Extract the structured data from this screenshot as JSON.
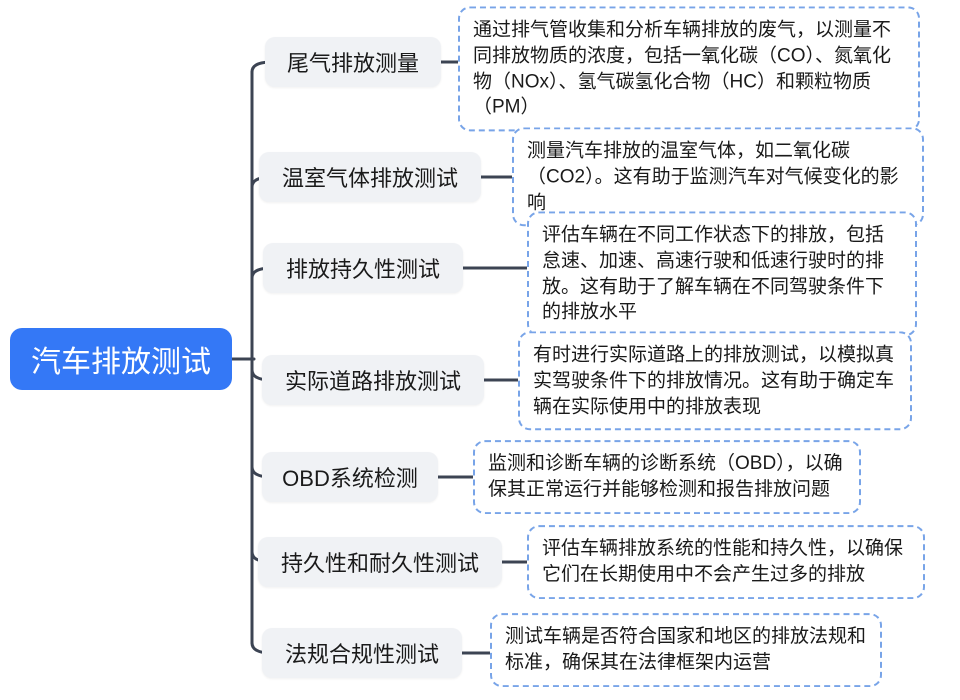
{
  "root": {
    "label": "汽车排放测试"
  },
  "branches": [
    {
      "label": "尾气排放测量",
      "description": "通过排气管收集和分析车辆排放的废气，以测量不同排放物质的浓度，包括一氧化碳（CO）、氮氧化物（NOx）、氢气碳氢化合物（HC）和颗粒物质（PM）"
    },
    {
      "label": "温室气体排放测试",
      "description": "测量汽车排放的温室气体，如二氧化碳（CO2）。这有助于监测汽车对气候变化的影响"
    },
    {
      "label": "排放持久性测试",
      "description": "评估车辆在不同工作状态下的排放，包括怠速、加速、高速行驶和低速行驶时的排放。这有助于了解车辆在不同驾驶条件下的排放水平"
    },
    {
      "label": "实际道路排放测试",
      "description": "有时进行实际道路上的排放测试，以模拟真实驾驶条件下的排放情况。这有助于确定车辆在实际使用中的排放表现"
    },
    {
      "label": "OBD系统检测",
      "description": "监测和诊断车辆的诊断系统（OBD），以确保其正常运行并能够检测和报告排放问题"
    },
    {
      "label": "持久性和耐久性测试",
      "description": "评估车辆排放系统的性能和持久性，以确保它们在长期使用中不会产生过多的排放"
    },
    {
      "label": "法规合规性测试",
      "description": "测试车辆是否符合国家和地区的排放法规和标准，确保其在法律框架内运营"
    }
  ],
  "colors": {
    "root_bg": "#3478f6",
    "root_text": "#ffffff",
    "branch_bg": "#f0f2f5",
    "connector": "#3c4453",
    "leaf_border": "#78a4e8",
    "text": "#1a1a1a"
  }
}
